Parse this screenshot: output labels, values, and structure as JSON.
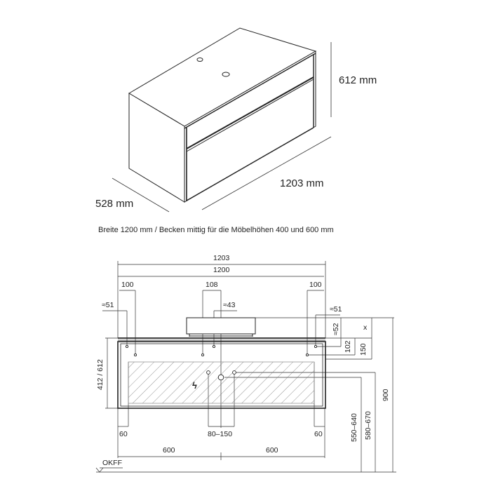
{
  "isometric": {
    "height_label": "612 mm",
    "width_label": "1203 mm",
    "depth_label": "528 mm"
  },
  "caption": "Breite 1200 mm / Becken mittig für die Möbelhöhen 400 und 600 mm",
  "front_view": {
    "overall_width": "1203",
    "inner_width": "1200",
    "left_offset": "100",
    "basin_offset": "108",
    "right_offset": "100",
    "left_approx": "≈51",
    "basin_approx": "≈43",
    "right_approx": "≈51",
    "approx_52": "≈52",
    "dim_x": "x",
    "dim_102": "102",
    "dim_150": "150",
    "body_height": "412 / 612",
    "left_60": "60",
    "right_60": "60",
    "drain_range": "80–150",
    "bottom_left_600": "600",
    "bottom_right_600": "600",
    "height_550_640": "550–640",
    "height_580_670": "580–670",
    "height_900": "900",
    "floor_label": "OKFF",
    "electric_symbol": "ϟ"
  }
}
